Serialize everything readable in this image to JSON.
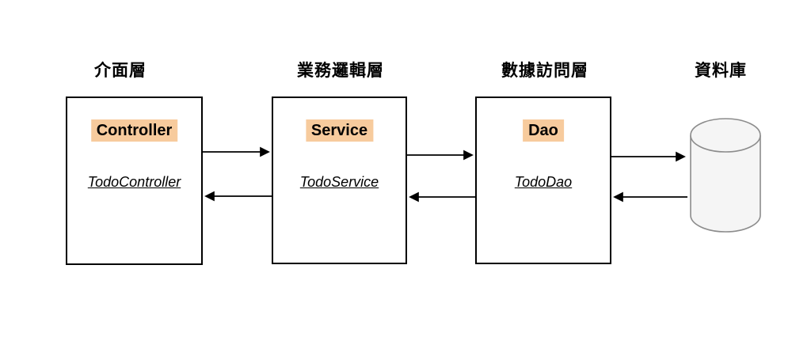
{
  "diagram": {
    "background_color": "#ffffff",
    "colors": {
      "class_label_highlight": "#f7cb9d",
      "box_border": "#000000",
      "cylinder_fill": "#f5f5f5",
      "cylinder_stroke": "#8c8c8c",
      "arrow": "#000000",
      "text": "#000000"
    },
    "layers": [
      {
        "title": "介面層",
        "class_label": "Controller",
        "instance_label": "TodoController",
        "shape": "rectangle"
      },
      {
        "title": "業務邏輯層",
        "class_label": "Service",
        "instance_label": "TodoService",
        "shape": "rectangle"
      },
      {
        "title": "數據訪問層",
        "class_label": "Dao",
        "instance_label": "TodoDao",
        "shape": "rectangle"
      },
      {
        "title": "資料庫",
        "shape": "database-cylinder"
      }
    ],
    "connections": [
      {
        "from": "介面層",
        "to": "業務邏輯層",
        "direction": "right"
      },
      {
        "from": "業務邏輯層",
        "to": "介面層",
        "direction": "left"
      },
      {
        "from": "業務邏輯層",
        "to": "數據訪問層",
        "direction": "right"
      },
      {
        "from": "數據訪問層",
        "to": "業務邏輯層",
        "direction": "left"
      },
      {
        "from": "數據訪問層",
        "to": "資料庫",
        "direction": "right"
      },
      {
        "from": "資料庫",
        "to": "數據訪問層",
        "direction": "left"
      }
    ]
  }
}
